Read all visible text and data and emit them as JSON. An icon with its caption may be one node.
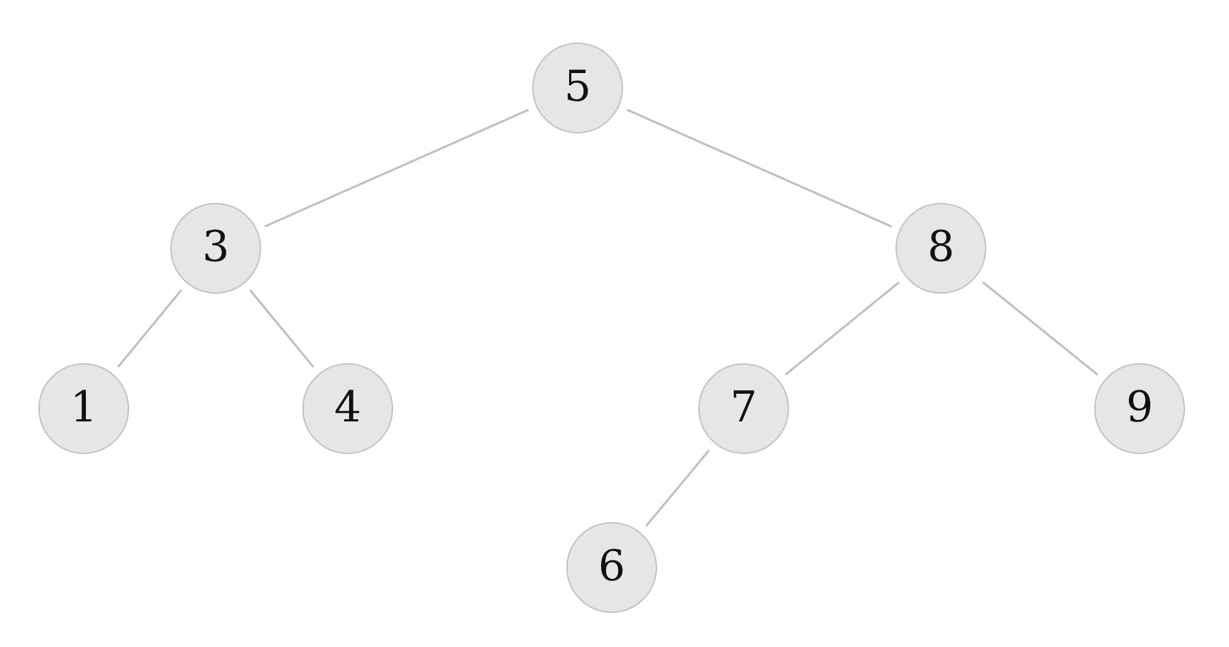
{
  "diagram": {
    "nodes": [
      {
        "text": [
          "5"
        ]
      },
      {
        "text": [
          "3"
        ]
      },
      {
        "text": [
          "8"
        ]
      },
      {
        "text": [
          "1"
        ]
      },
      {
        "text": [
          "4"
        ]
      },
      {
        "text": [
          "7"
        ]
      },
      {
        "text": [
          "9"
        ]
      },
      {
        "text": [
          "6"
        ]
      }
    ],
    "edges": [
      {
        "from": 0,
        "to": 1,
        "arrow": "none"
      },
      {
        "from": 0,
        "to": 2,
        "arrow": "none"
      },
      {
        "from": 1,
        "to": 3,
        "arrow": "none"
      },
      {
        "from": 1,
        "to": 4,
        "arrow": "none"
      },
      {
        "from": 2,
        "to": 5,
        "arrow": "none"
      },
      {
        "from": 2,
        "to": 6,
        "arrow": "none"
      },
      {
        "from": 5,
        "to": 7,
        "arrow": "none"
      }
    ]
  }
}
